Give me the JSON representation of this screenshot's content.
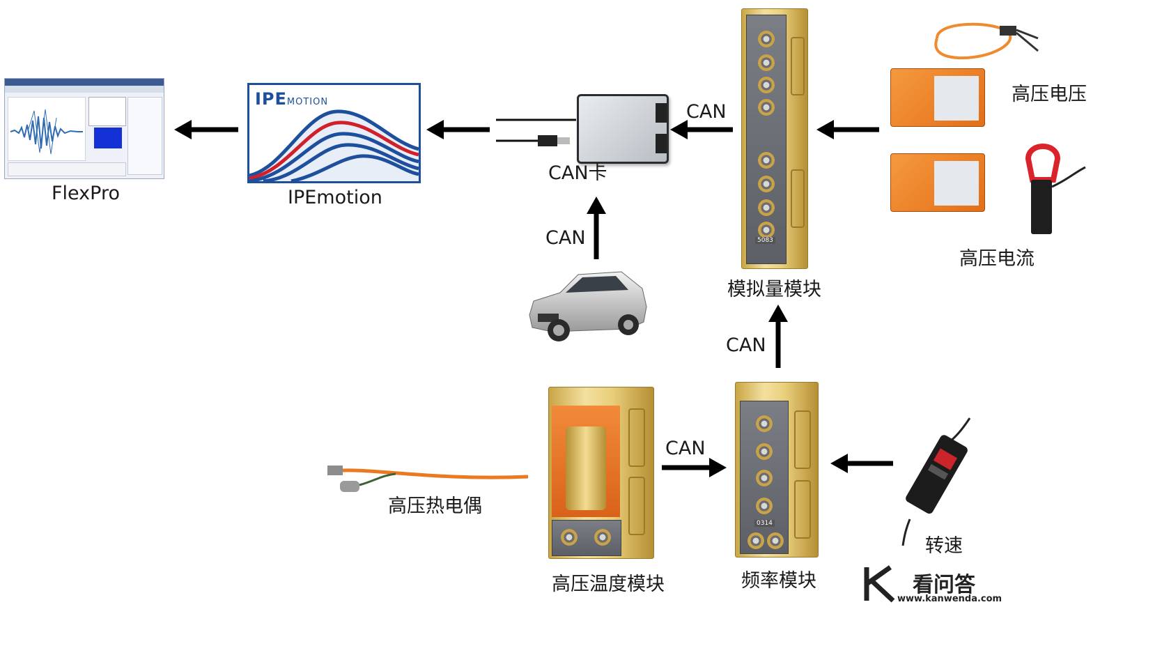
{
  "labels": {
    "flexpro": "FlexPro",
    "ipemotion": "IPEmotion",
    "can_card": "CAN卡",
    "can_car": "CAN",
    "can_analog": "CAN",
    "analog_module": "模拟量模块",
    "hv_voltage": "高压电压",
    "hv_current": "高压电流",
    "can_freq_up": "CAN",
    "can_temp_freq": "CAN",
    "hv_thermocouple": "高压热电偶",
    "hv_temp_module": "高压温度模块",
    "freq_module": "频率模块",
    "speed": "转速"
  },
  "ipemotion_logo": {
    "ipe": "IPE",
    "motion": "MOTION"
  },
  "module_ids": {
    "analog": "5083",
    "freq": "0314"
  },
  "watermark": {
    "brand": "看问答",
    "url": "www.kanwenda.com"
  },
  "colors": {
    "arrow": "#000000",
    "gold": "#e3c46f",
    "orange": "#f07f22",
    "logo_blue": "#1d4f9c",
    "logo_red": "#d0202a"
  }
}
